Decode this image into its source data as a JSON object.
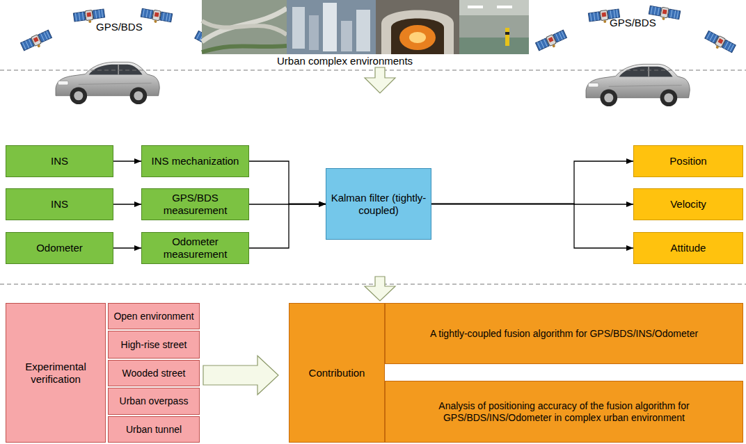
{
  "diagram": {
    "nodes": [
      {
        "text": [
          "INS"
        ]
      },
      {
        "text": [
          "INS mechanization"
        ]
      },
      {
        "text": [
          "INS"
        ]
      },
      {
        "text": [
          "GPS/BDS measurement"
        ]
      },
      {
        "text": [
          "Odometer"
        ]
      },
      {
        "text": [
          "Odometer measurement"
        ]
      },
      {
        "text": [
          "Kalman filter (tightly-coupled)"
        ]
      },
      {
        "text": [
          "Position"
        ]
      },
      {
        "text": [
          "Velocity"
        ]
      },
      {
        "text": [
          "Attitude"
        ]
      },
      {
        "text": [
          "Experimental verification"
        ]
      },
      {
        "text": [
          "Open environment"
        ]
      },
      {
        "text": [
          "High-rise street"
        ]
      },
      {
        "text": [
          "Wooded street"
        ]
      },
      {
        "text": [
          "Urban overpass"
        ]
      },
      {
        "text": [
          "Urban tunnel"
        ]
      },
      {
        "text": [
          "Contribution"
        ]
      },
      {
        "text": [
          "A tightly-coupled fusion algorithm for GPS/BDS/INS/Odometer"
        ]
      },
      {
        "text": [
          "Analysis of positioning accuracy of the fusion algorithm for GPS/BDS/INS/Odometer in complex urban environment"
        ]
      }
    ],
    "edges": [
      {
        "from": 0,
        "to": 1,
        "arrow": "to"
      },
      {
        "from": 2,
        "to": 3,
        "arrow": "to"
      },
      {
        "from": 4,
        "to": 5,
        "arrow": "to"
      },
      {
        "from": 1,
        "to": 6,
        "arrow": "to"
      },
      {
        "from": 3,
        "to": 6,
        "arrow": "to"
      },
      {
        "from": 5,
        "to": 6,
        "arrow": "to"
      },
      {
        "from": 6,
        "to": 7,
        "arrow": "to"
      },
      {
        "from": 6,
        "to": 8,
        "arrow": "to"
      },
      {
        "from": 6,
        "to": 9,
        "arrow": "to"
      }
    ],
    "labels": [
      "GPS/BDS",
      "GPS/BDS",
      "Urban complex environments"
    ]
  }
}
